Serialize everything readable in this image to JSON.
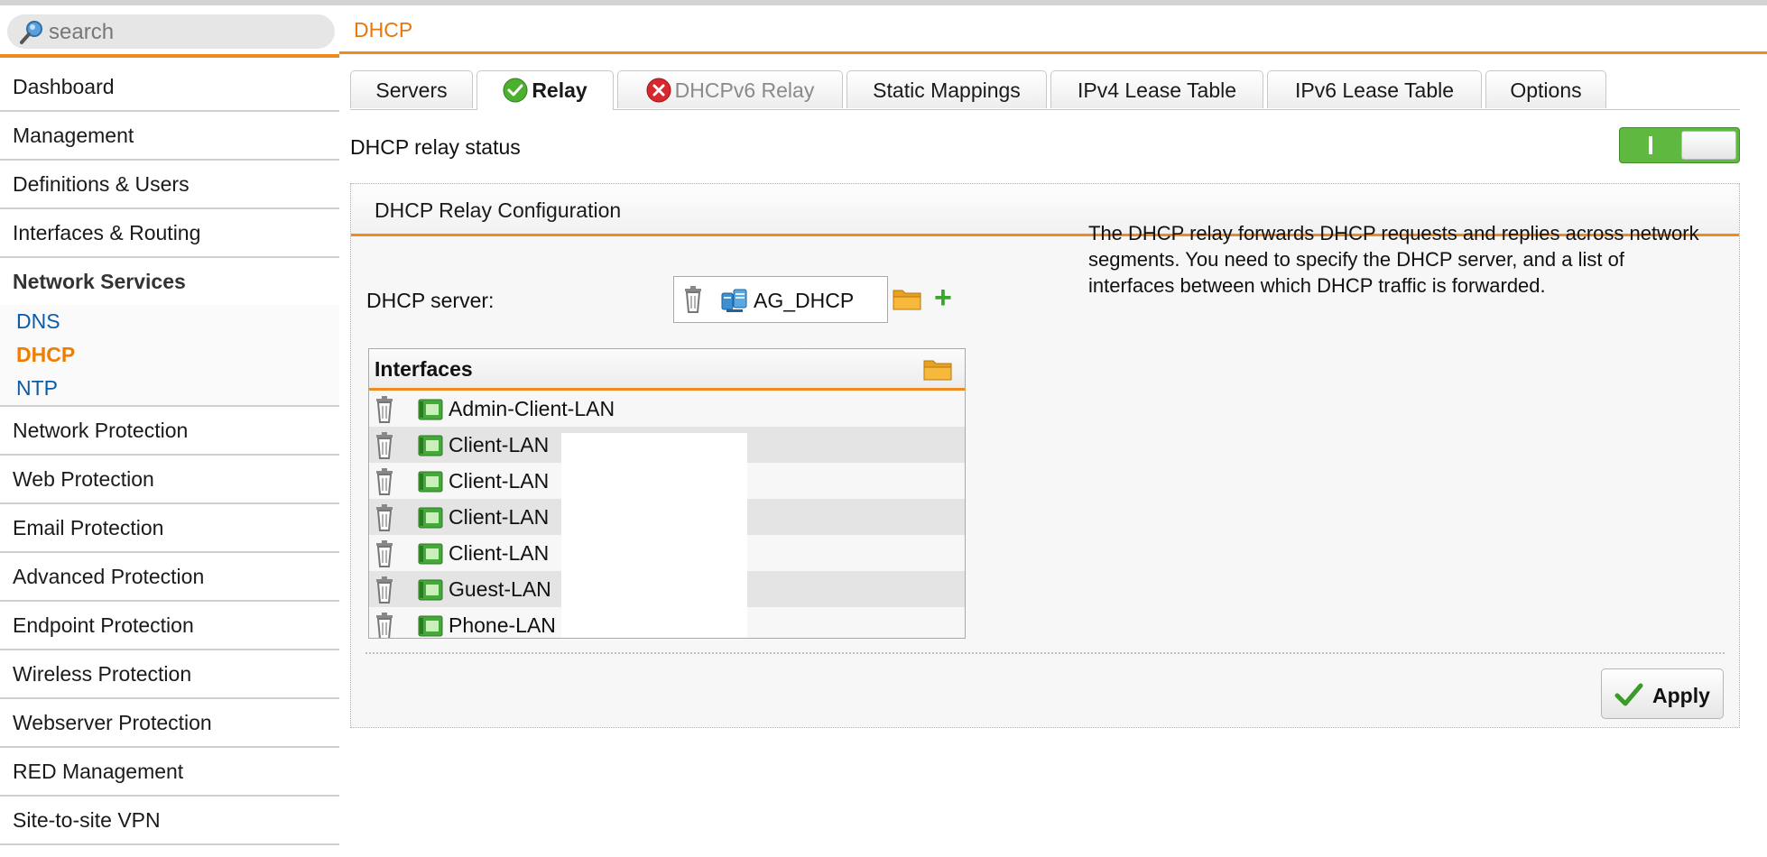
{
  "search": {
    "placeholder": "search"
  },
  "sidebar": {
    "items": [
      {
        "label": "Dashboard"
      },
      {
        "label": "Management"
      },
      {
        "label": "Definitions & Users"
      },
      {
        "label": "Interfaces & Routing"
      },
      {
        "label": "Network Services",
        "open": true,
        "children": [
          {
            "label": "DNS"
          },
          {
            "label": "DHCP",
            "active": true
          },
          {
            "label": "NTP"
          }
        ]
      },
      {
        "label": "Network Protection"
      },
      {
        "label": "Web Protection"
      },
      {
        "label": "Email Protection"
      },
      {
        "label": "Advanced Protection"
      },
      {
        "label": "Endpoint Protection"
      },
      {
        "label": "Wireless Protection"
      },
      {
        "label": "Webserver Protection"
      },
      {
        "label": "RED Management"
      },
      {
        "label": "Site-to-site VPN"
      }
    ]
  },
  "page": {
    "title": "DHCP"
  },
  "tabs": [
    {
      "label": "Servers"
    },
    {
      "label": "Relay",
      "active": true,
      "icon": "check-circle-icon"
    },
    {
      "label": "DHCPv6 Relay",
      "disabled": true,
      "icon": "x-circle-icon"
    },
    {
      "label": "Static Mappings"
    },
    {
      "label": "IPv4 Lease Table"
    },
    {
      "label": "IPv6 Lease Table"
    },
    {
      "label": "Options"
    }
  ],
  "relay_status": {
    "label": "DHCP relay status",
    "enabled": true
  },
  "config": {
    "title": "DHCP Relay Configuration",
    "dhcp_server_label": "DHCP server:",
    "dhcp_server_value": "AG_DHCP",
    "interfaces_title": "Interfaces",
    "interfaces": [
      "Admin-Client-LAN",
      "Client-LAN",
      "Client-LAN",
      "Client-LAN",
      "Client-LAN",
      "Guest-LAN",
      "Phone-LAN"
    ],
    "help_text": "The DHCP relay forwards DHCP requests and replies across network segments. You need to specify the DHCP server, and a list of interfaces between which DHCP traffic is forwarded.",
    "apply_label": "Apply"
  },
  "colors": {
    "accent": "#ef8b1d",
    "title": "#e8770c",
    "link": "#0a5ca8",
    "toggle_on": "#5fb840",
    "add": "#3aa52c"
  }
}
